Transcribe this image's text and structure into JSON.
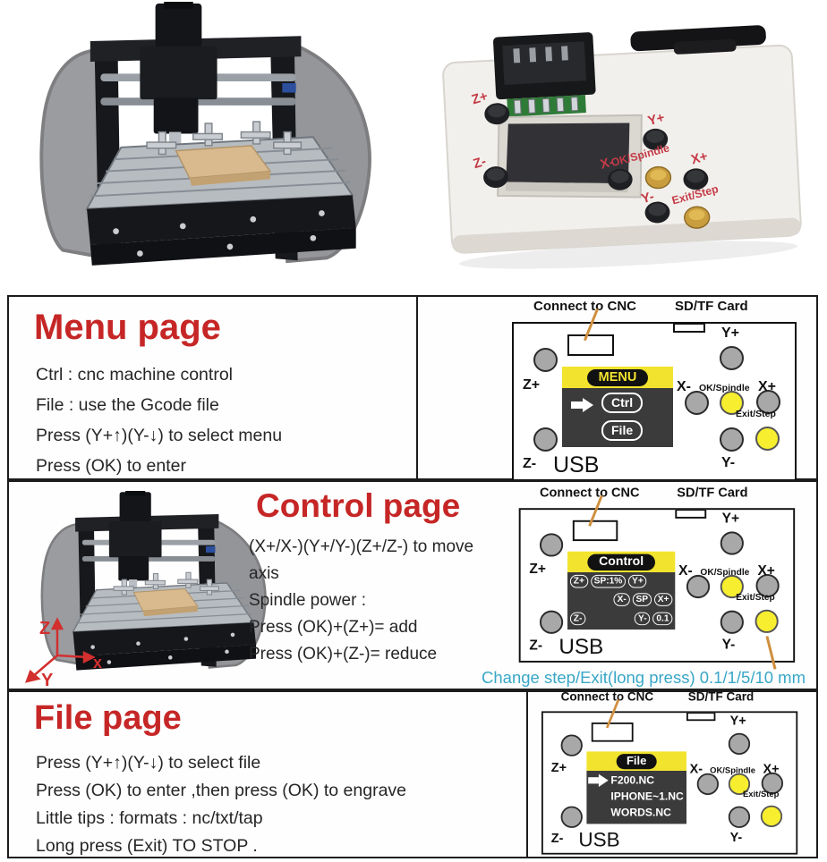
{
  "controller_photo": {
    "labels": {
      "z_plus": "Z+",
      "z_minus": "Z-",
      "x_minus": "X-",
      "y_plus": "Y+",
      "ok_spindle": "OK/Spindle",
      "x_plus": "X+",
      "y_minus": "Y-",
      "exit_step": "Exit/Step"
    }
  },
  "diagram": {
    "connect": "Connect to CNC",
    "sd_card": "SD/TF Card",
    "usb": "USB",
    "z_plus": "Z+",
    "z_minus": "Z-",
    "y_plus": "Y+",
    "y_minus": "Y-",
    "x_minus": "X-",
    "x_plus": "X+",
    "ok_spindle": "OK/Spindle",
    "exit_step": "Exit/Step"
  },
  "menu_panel": {
    "title": "Menu page",
    "lines": [
      "Ctrl : cnc machine control",
      "File : use the Gcode file",
      "Press (Y+↑)(Y-↓) to select menu",
      "Press (OK) to enter"
    ],
    "screen": {
      "header": "MENU",
      "item1": "Ctrl",
      "item2": "File"
    }
  },
  "control_panel": {
    "title": "Control page",
    "lines": [
      "(X+/X-)(Y+/Y-)(Z+/Z-) to move",
      "axis",
      "Spindle power :",
      "Press (OK)+(Z+)= add",
      "Press (OK)+(Z-)= reduce"
    ],
    "note": "Change step/Exit(long press) 0.1/1/5/10 mm",
    "axis": {
      "z": "Z",
      "x": "x",
      "y": "Y"
    },
    "screen": {
      "header": "Control",
      "r1c1": "Z+",
      "r1c2": "SP:1%",
      "r1c3": "Y+",
      "r2c1": "X-",
      "r2c2": "SP",
      "r2c3": "X+",
      "r3c1": "Z-",
      "r3c2": "Y-",
      "r3c3": "0.1"
    }
  },
  "file_panel": {
    "title": "File page",
    "lines": [
      "Press (Y+↑)(Y-↓) to select file",
      "Press (OK) to enter ,then press (OK) to engrave",
      "Little tips : formats : nc/txt/tap",
      "Long press (Exit) TO STOP ."
    ],
    "screen": {
      "header": "File",
      "file1": "F200.NC",
      "file2": "IPHONE~1.NC",
      "file3": "WORDS.NC"
    }
  },
  "colors": {
    "title_red": "#c62626",
    "note_cyan": "#38a7c6",
    "lcd_yellow": "#f2e32e",
    "button_yellow": "#f6ee2f",
    "button_gray": "#a8a8a8",
    "photo_label_red": "#c43b47",
    "pointer_orange": "#cf8f3e"
  }
}
